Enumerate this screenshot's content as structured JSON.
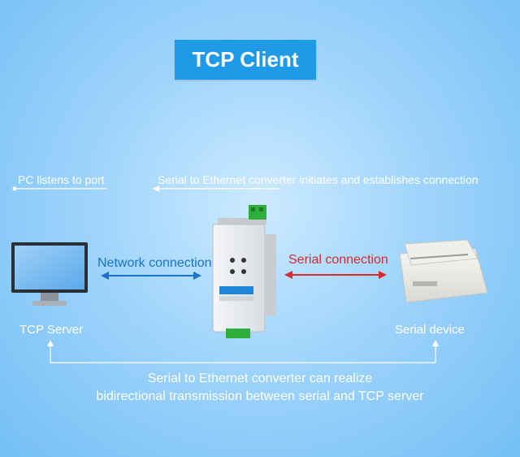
{
  "title": "TCP Client",
  "labels": {
    "pc_listens": "PC listens to port",
    "converter_initiates": "Serial to Ethernet converter initiates and establishes connection",
    "network_connection": "Network connection",
    "serial_connection": "Serial connection",
    "tcp_server": "TCP Server",
    "serial_device": "Serial device",
    "bottom_line1": "Serial to Ethernet converter can realize",
    "bottom_line2": "bidirectional transmission between serial and TCP server"
  },
  "colors": {
    "title_bg": "#1e9ae6",
    "network_arrow": "#1a73c9",
    "serial_arrow": "#d62c2c",
    "connector_green": "#2fae3c"
  }
}
